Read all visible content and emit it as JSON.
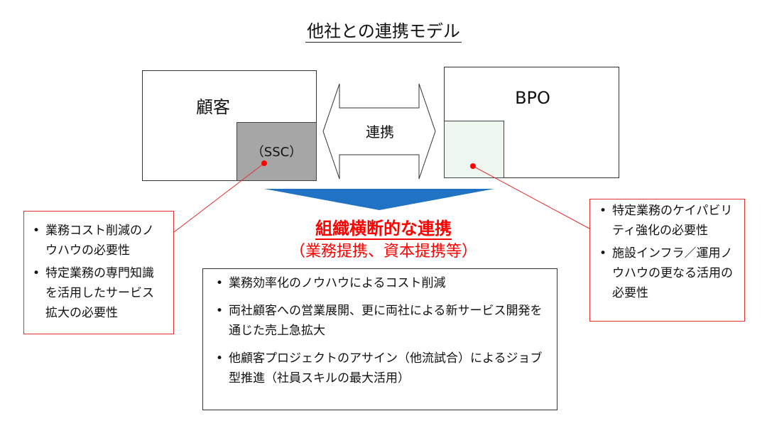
{
  "title": "他社との連携モデル",
  "client": {
    "label": "顧客",
    "ssc_label": "（SSC）"
  },
  "bpo": {
    "label": "BPO"
  },
  "link_label": "連携",
  "headline": "組織横断的な連携",
  "subheadline": "（業務提携、資本提携等）",
  "left_points": [
    "業務コスト削減のノウハウの必要性",
    "特定業務の専門知識を活用したサービス拡大の必要性"
  ],
  "right_points": [
    "特定業務のケイパビリティ強化の必要性",
    "施設インフラ／運用ノウハウの更なる活用の必要性"
  ],
  "center_points": [
    "業務効率化のノウハウによるコスト削減",
    "両社顧客への営業展開、更に両社による新サービス開発を通じた売上急拡大",
    "他顧客プロジェクトのアサイン（他流試合）によるジョブ型推進（社員スキルの最大活用）"
  ],
  "colors": {
    "accent_red": "#ff0000",
    "ssc_gray": "#a6a6a6",
    "bpo_sub_fill": "#eef6f0",
    "triangle_blue": "#1f72c4"
  }
}
